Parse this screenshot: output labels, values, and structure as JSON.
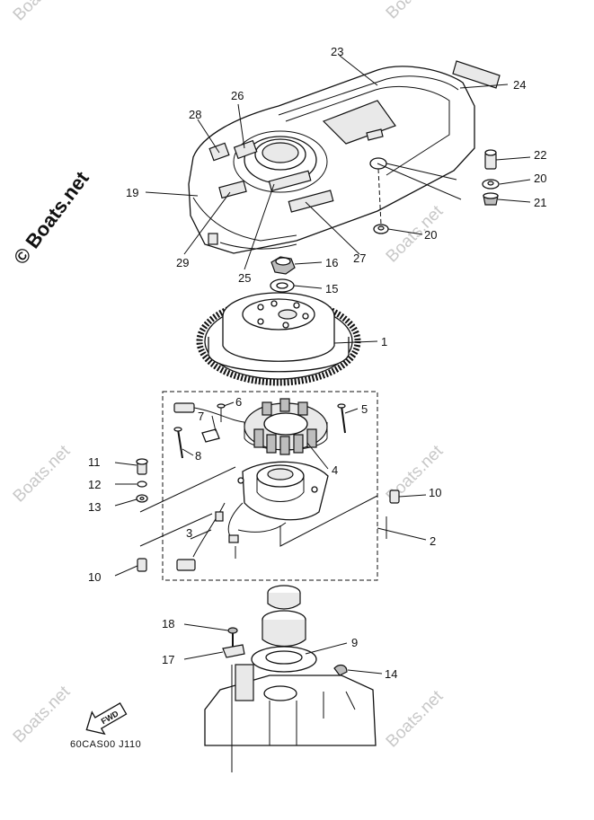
{
  "diagram": {
    "watermark": "Boats.net",
    "watermark_main": "© Boats.net",
    "figure_code": "60CAS00 J110",
    "fwd_label": "FWD",
    "callouts": {
      "c1": "1",
      "c2": "2",
      "c3": "3",
      "c4": "4",
      "c5": "5",
      "c6": "6",
      "c7": "7",
      "c8": "8",
      "c9": "9",
      "c10a": "10",
      "c10b": "10",
      "c11": "11",
      "c12": "12",
      "c13": "13",
      "c14": "14",
      "c15": "15",
      "c16": "16",
      "c17": "17",
      "c18": "18",
      "c19": "19",
      "c20a": "20",
      "c20b": "20",
      "c21": "21",
      "c22": "22",
      "c23": "23",
      "c24": "24",
      "c25": "25",
      "c26": "26",
      "c27": "27",
      "c28": "28",
      "c29": "29"
    }
  }
}
